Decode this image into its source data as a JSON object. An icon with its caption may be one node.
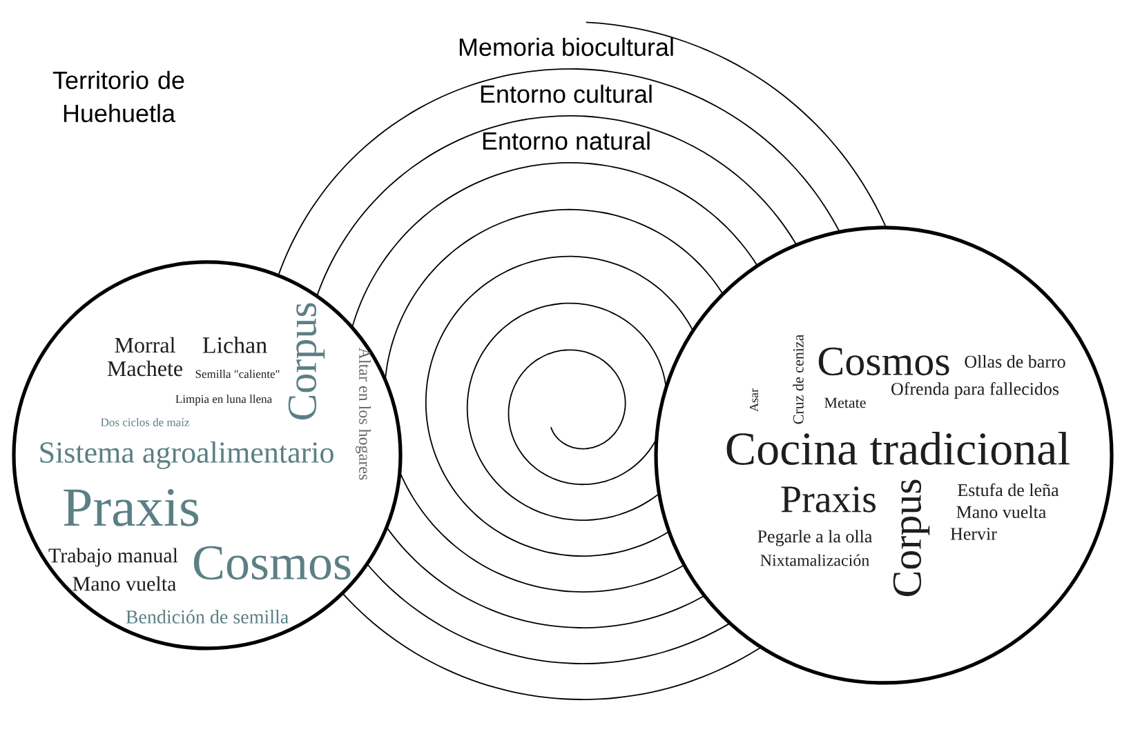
{
  "diagram": {
    "nodes": [
      {
        "text": [
          "Altar en los hogares",
          "Corpus",
          "Morral",
          "Machete",
          "Lichan",
          "Semilla \"caliente\"",
          "Limpia en luna llena",
          "Sistema agroalimentario",
          "Dos ciclos de maíz",
          "Praxis",
          "Cosmos",
          "Trabajo manual",
          "Mano vuelta",
          "Bendición de semilla"
        ]
      },
      {
        "text": [
          "Cruz de ceniza",
          "Cosmos",
          "Ollas de barro",
          "Ofrenda para fallecidos",
          "Metate",
          "Asar",
          "Cocina tradicional",
          "Praxis",
          "Corpus",
          "Estufa de leña",
          "Mano vuelta",
          "Hervir",
          "Pegarle a la olla",
          "Nixtamalización"
        ]
      }
    ],
    "labels": [
      "Territorio de Huehuetla",
      "Memoria biocultural",
      "Entorno cultural",
      "Entorno natural"
    ]
  }
}
